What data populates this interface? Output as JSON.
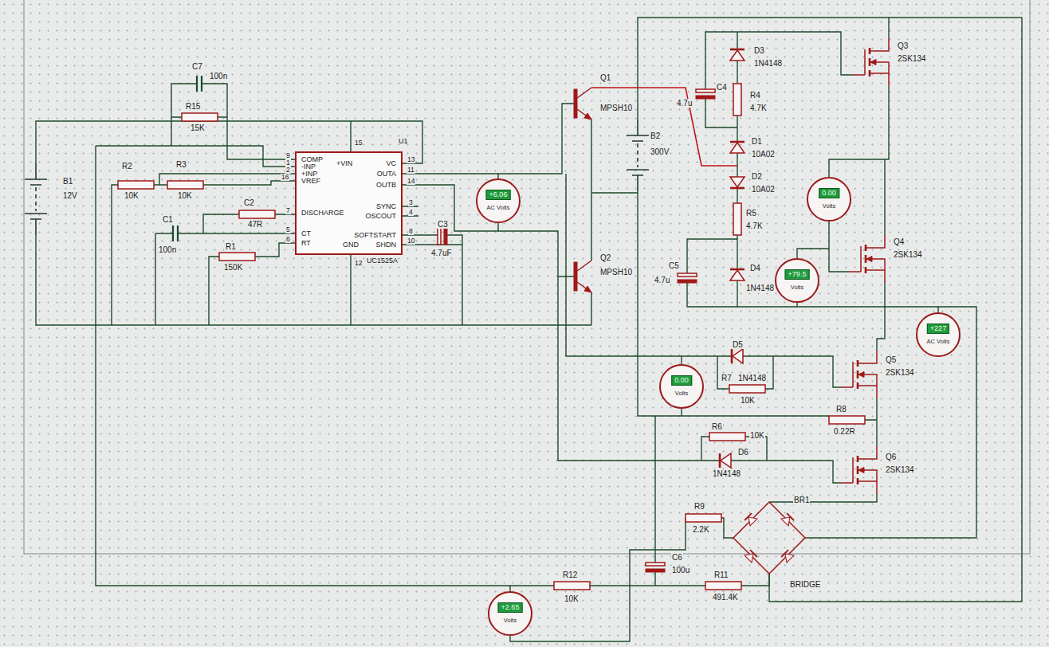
{
  "diagram": {
    "nodes": [
      {
        "text": [
          "U1",
          "COMP",
          "-INP",
          "+INP",
          "VREF",
          "DISCHARGE",
          "CT",
          "RT",
          "+VIN",
          "VC",
          "OUTA",
          "OUTB",
          "SYNC",
          "OSCOUT",
          "SOFTSTART",
          "SHDN",
          "GND",
          "UC1525A"
        ]
      },
      {
        "text": [
          "+6.06",
          "AC Volts"
        ]
      },
      {
        "text": [
          "0.00",
          "Volts"
        ]
      },
      {
        "text": [
          "+79.5",
          "Volts"
        ]
      },
      {
        "text": [
          "+227",
          "AC Volts"
        ]
      },
      {
        "text": [
          "0.00",
          "Volts"
        ]
      },
      {
        "text": [
          "+2.65",
          "Volts"
        ]
      }
    ],
    "edges": [
      {
        "from": 0,
        "to": 1,
        "arrow": "none"
      },
      {
        "from": 0,
        "to": 1,
        "arrow": "none"
      }
    ],
    "labels": [
      "C7",
      "100n",
      "R15",
      "15K",
      "B1",
      "12V",
      "R2",
      "10K",
      "R3",
      "10K",
      "C2",
      "47R",
      "C1",
      "100n",
      "R1",
      "150K",
      "C3",
      "4.7uF",
      "9",
      "1",
      "2",
      "16",
      "7",
      "5",
      "6",
      "15",
      "13",
      "11",
      "14",
      "3",
      "4",
      "8",
      "10",
      "12",
      "Q1",
      "MPSH10",
      "Q2",
      "MPSH10",
      "B2",
      "300V",
      "D3",
      "1N4148",
      "C4",
      "4.7u",
      "R4",
      "4.7K",
      "D1",
      "10A02",
      "D2",
      "10A02",
      "R5",
      "4.7K",
      "C5",
      "4.7u",
      "D4",
      "1N4148",
      "Q3",
      "2SK134",
      "Q4",
      "2SK134",
      "Q5",
      "2SK134",
      "Q6",
      "2SK134",
      "D5",
      "R7",
      "1N4148",
      "10K",
      "R8",
      "0.22R",
      "R6",
      "10K",
      "D6",
      "1N4148",
      "R9",
      "2.2K",
      "BR1",
      "BRIDGE",
      "C6",
      "100u",
      "R11",
      "491.4K",
      "R12",
      "10K"
    ]
  }
}
